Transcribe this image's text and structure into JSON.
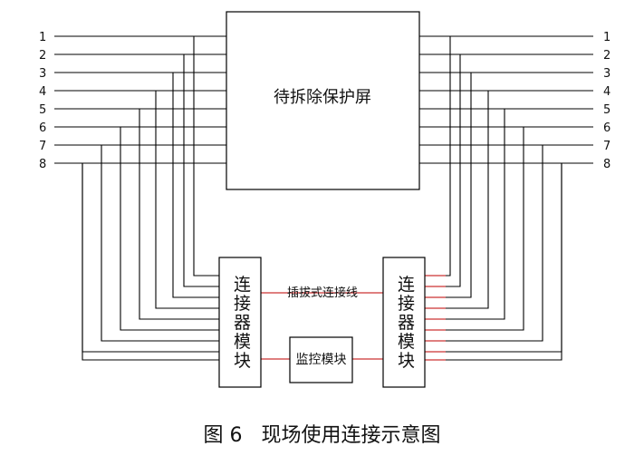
{
  "diagram": {
    "protect_screen_label": "待拆除保护屏",
    "connector_left_label": "连接器模块",
    "connector_right_label": "连接器模块",
    "monitor_label": "监控模块",
    "cable_label": "插拔式连接线",
    "left_numbers": [
      "1",
      "2",
      "3",
      "4",
      "5",
      "6",
      "7",
      "8"
    ],
    "right_numbers": [
      "1",
      "2",
      "3",
      "4",
      "5",
      "6",
      "7",
      "8"
    ]
  },
  "caption": "图 6   现场使用连接示意图",
  "colors": {
    "line": "#000000",
    "red": "#cc3333"
  }
}
